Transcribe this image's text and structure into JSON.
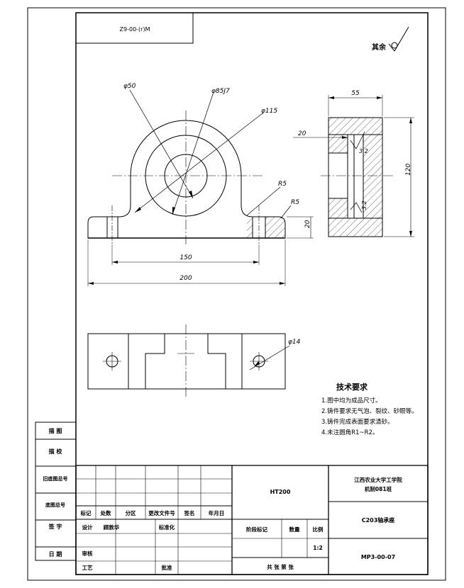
{
  "drawing": {
    "code_box": "Z9-00-(r)M",
    "roughness_note": "其余",
    "dimensions": {
      "d50": "φ50",
      "d85j7": "φ85J7",
      "d115": "φ115",
      "r5_a": "R5",
      "r5_b": "R5",
      "h20": "20",
      "w150": "150",
      "w200": "200",
      "w55": "55",
      "d20": "20",
      "ra32_a": "3.2",
      "ra32_b": "3.2",
      "h120": "120",
      "d14": "φ14"
    }
  },
  "tech_requirements": {
    "title": "技术要求",
    "items": [
      "1.图中均为成品尺寸。",
      "2.铸件要求无气泡、裂纹、砂眼等。",
      "3.铸件完成表面要求清砂。",
      "4.未注圆角R1~R2。"
    ]
  },
  "left_strip": {
    "items": [
      "描 图",
      "描 校",
      "旧底图总号",
      "底图总号",
      "签 字",
      "日 期"
    ]
  },
  "title_block": {
    "material": "HT200",
    "school_line1": "江西农业大学工学院",
    "school_line2": "机制081班",
    "part_name": "C203轴承座",
    "drawing_no": "MP3-00-07",
    "rev_headers": [
      "标记",
      "处数",
      "分区",
      "更改文件号",
      "签名",
      "年月日"
    ],
    "design": "设计",
    "design_name": "顾敦华",
    "standardize": "标准化",
    "review": "审核",
    "process": "工艺",
    "approve": "批准",
    "stage_mark": "阶段标记",
    "weight": "数量",
    "scale_label": "比例",
    "scale_value": "1:2",
    "sheets": "共 张 第 张"
  }
}
